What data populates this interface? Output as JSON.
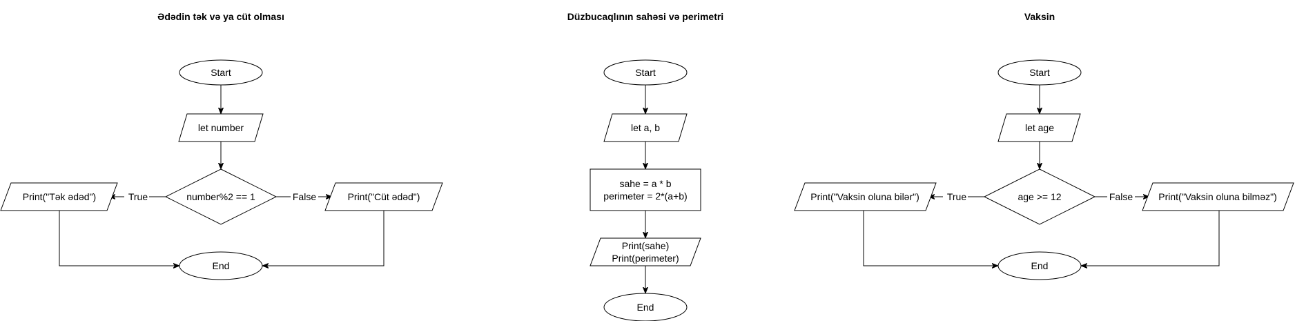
{
  "diagrams": [
    {
      "title": "Ədədin tək və ya cüt olması",
      "start": "Start",
      "input": "let number",
      "decision": "number%2 == 1",
      "true_label": "True",
      "false_label": "False",
      "true_output": "Print(\"Tək ədəd\")",
      "false_output": "Print(\"Cüt ədəd\")",
      "end": "End"
    },
    {
      "title": "Düzbucaqlının sahəsi və perimetri",
      "start": "Start",
      "input": "let a, b",
      "process_line1": "sahe = a * b",
      "process_line2": "perimeter = 2*(a+b)",
      "output_line1": "Print(sahe)",
      "output_line2": "Print(perimeter)",
      "end": "End"
    },
    {
      "title": "Vaksin",
      "start": "Start",
      "input": "let age",
      "decision": "age >= 12",
      "true_label": "True",
      "false_label": "False",
      "true_output": "Print(\"Vaksin oluna bilər\")",
      "false_output": "Print(\"Vaksin oluna bilməz\")",
      "end": "End"
    }
  ]
}
